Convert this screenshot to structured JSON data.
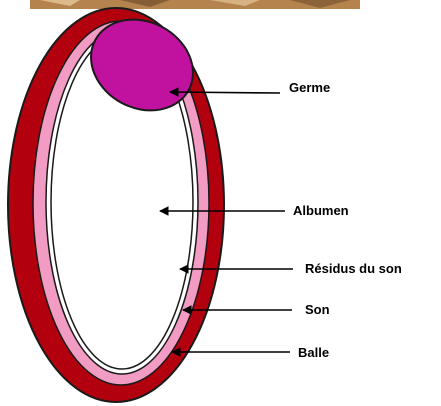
{
  "colors": {
    "balle": "#b3000e",
    "son": "#f29bc3",
    "albumen": "#ffffff",
    "germe": "#c0129f",
    "outline": "#1a1a1a",
    "photo_strip": "#b5834d"
  },
  "labels": {
    "germe": "Germe",
    "albumen": "Albumen",
    "residus": "Résidus du son",
    "son": "Son",
    "balle": "Balle"
  }
}
